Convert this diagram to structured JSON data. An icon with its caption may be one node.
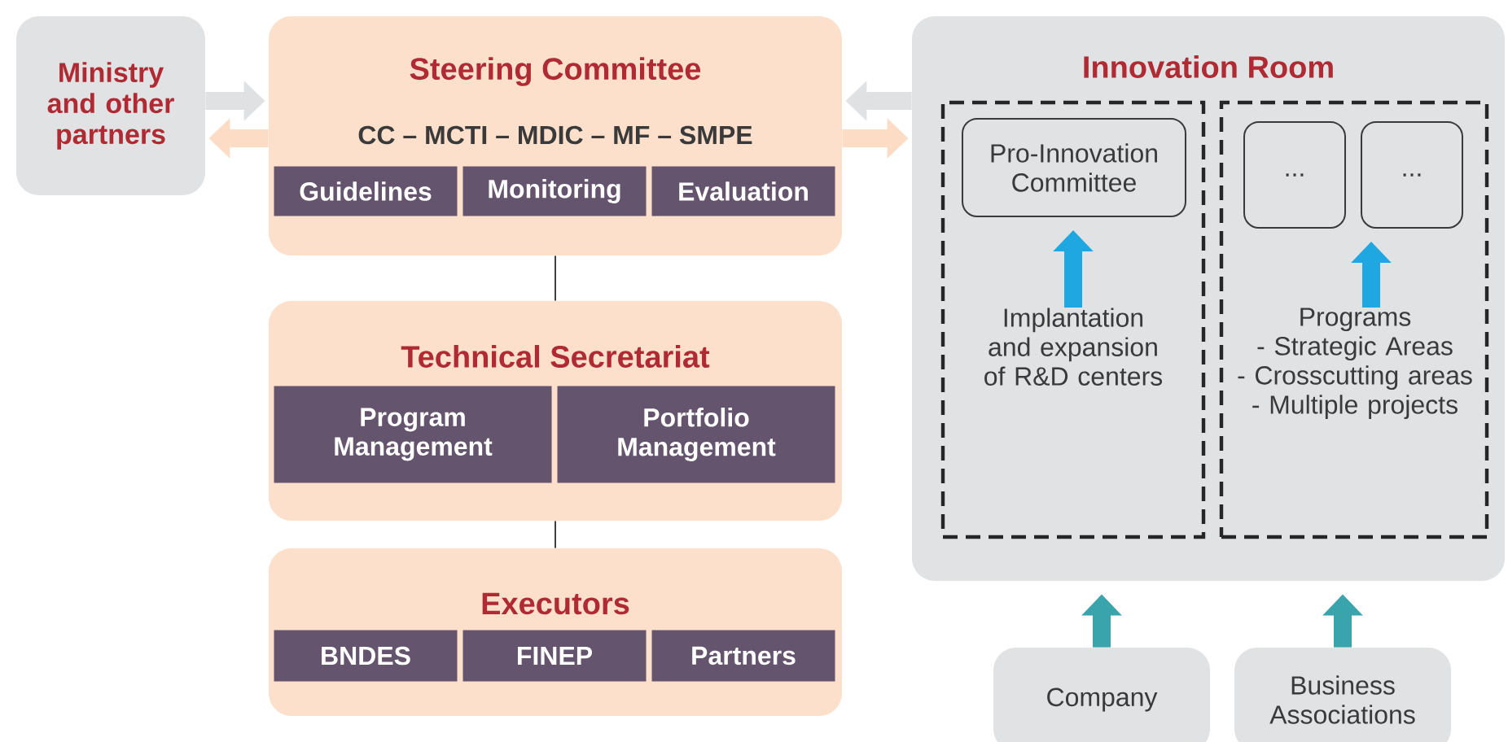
{
  "diagram": {
    "nodes": [
      {
        "text": [
          "Ministry and other partners"
        ]
      },
      {
        "text": [
          "Steering Committee",
          "CC – MCTI – MDIC – MF – SMPE"
        ]
      },
      {
        "text": [
          "Guidelines"
        ],
        "in": 1
      },
      {
        "text": [
          "Monitoring"
        ],
        "in": 1
      },
      {
        "text": [
          "Evaluation"
        ],
        "in": 1
      },
      {
        "text": [
          "Technical Secretariat"
        ]
      },
      {
        "text": [
          "Program Management"
        ],
        "in": 5
      },
      {
        "text": [
          "Portfolio Management"
        ],
        "in": 5
      },
      {
        "text": [
          "Executors"
        ]
      },
      {
        "text": [
          "BNDES"
        ],
        "in": 8
      },
      {
        "text": [
          "FINEP"
        ],
        "in": 8
      },
      {
        "text": [
          "Partners"
        ],
        "in": 8
      },
      {
        "text": [
          "Innovation Room"
        ]
      },
      {
        "text": [],
        "shape": "box",
        "in": 12
      },
      {
        "text": [
          "Pro-Innovation Committee"
        ],
        "in": 13
      },
      {
        "text": [
          "Implantation and expansion of R&D centers"
        ],
        "in": 13
      },
      {
        "text": [],
        "shape": "box",
        "in": 12
      },
      {
        "text": [
          "..."
        ],
        "in": 16
      },
      {
        "text": [
          "..."
        ],
        "in": 16
      },
      {
        "text": [
          "Programs",
          "- Strategic Areas",
          "- Crosscutting areas",
          "-  Multiple projects"
        ],
        "in": 16
      },
      {
        "text": [
          "Company"
        ]
      },
      {
        "text": [
          "Business Associations"
        ]
      }
    ],
    "edges": [
      {
        "from": 0,
        "to": 1,
        "arrow": "to",
        "color": "#dfe1e3"
      },
      {
        "from": 1,
        "to": 0,
        "arrow": "to",
        "color": "#fcdcc4"
      },
      {
        "from": 12,
        "to": 1,
        "arrow": "to",
        "color": "#dfe1e3"
      },
      {
        "from": 1,
        "to": 12,
        "arrow": "to",
        "color": "#fcdcc4"
      },
      {
        "from": 1,
        "to": 5,
        "arrow": "none",
        "color": "#404040"
      },
      {
        "from": 5,
        "to": 8,
        "arrow": "none",
        "color": "#404040"
      },
      {
        "from": 15,
        "to": 14,
        "arrow": "to",
        "color": "#1ea7e1"
      },
      {
        "from": 19,
        "to": 18,
        "arrow": "to",
        "color": "#1ea7e1"
      },
      {
        "from": 20,
        "to": 12,
        "arrow": "to",
        "color": "#3aa4ac"
      },
      {
        "from": 21,
        "to": 12,
        "arrow": "to",
        "color": "#3aa4ac"
      }
    ]
  }
}
